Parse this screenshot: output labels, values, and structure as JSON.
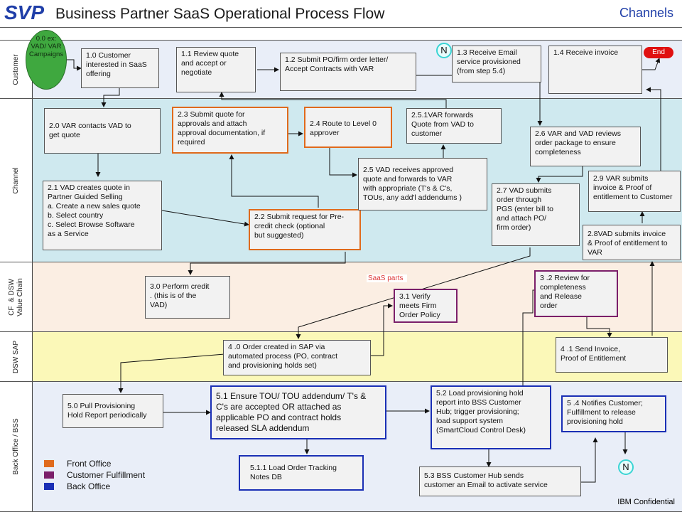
{
  "header": {
    "logo": "SVP",
    "title": "Business Partner  SaaS Operational Process Flow",
    "section": "Channels"
  },
  "lanes": [
    {
      "id": "customer",
      "label": "Customer",
      "color": "#e9eef8"
    },
    {
      "id": "channel",
      "label": "Channel",
      "color": "#cfe9ef"
    },
    {
      "id": "cf-dsw",
      "label": "CF  & DSW\nValue Chain",
      "color": "#fbeee3"
    },
    {
      "id": "dsw-sap",
      "label": "DSW SAP",
      "color": "#fbf8b8"
    },
    {
      "id": "back-office",
      "label": "Back Office / BSS",
      "color": "#e9eef8"
    }
  ],
  "start": "0.0  ex:\nVAD/ VAR\nCampaigns",
  "end": "End",
  "steps": {
    "s1_0": "1.0 Customer\ninterested in SaaS\noffering",
    "s1_1": "1.1 Review quote\nand accept or\nnegotiate",
    "s1_2": "1.2 Submit PO/firm order letter/\n    Accept Contracts with VAR",
    "s1_3": "1.3 Receive Email\nservice provisioned\n(from step 5.4)",
    "s1_4": "1.4 Receive invoice",
    "s2_0": "2.0  VAR contacts VAD to\n      get quote",
    "s2_1": "2.1 VAD creates quote in\nPartner Guided Selling\n  a. Create a new sales quote\n  b. Select country\n  c. Select Browse Software\n      as a Service",
    "s2_2": "2.2 Submit request for Pre-\n    credit check (optional\n    but suggested)",
    "s2_3": "2.3 Submit quote for\napprovals and attach\napproval documentation, if\nrequired",
    "s2_4": "2.4 Route to Level 0\n    approver",
    "s2_5": "2.5 VAD receives approved\nquote and forwards to VAR\nwith appropriate (T's & C's,\nTOUs, any add'l addendums )",
    "s2_5_1": "2.5.1VAR forwards\nQuote from VAD to\ncustomer",
    "s2_6": "2.6 VAR and VAD reviews\n   order package to ensure\n   completeness",
    "s2_7": "2.7 VAD submits\n   order through\n   PGS  (enter bill to\n   and attach PO/\n   firm order)",
    "s2_8": "2.8VAD submits invoice\n& Proof of entitlement to\nVAR",
    "s2_9": "2.9 VAR submits\ninvoice  & Proof of\nentitlement to Customer",
    "s3_0": "3.0 Perform credit\n  .  (this is of the\n      VAD)",
    "s3_1": "   3.1  Verify\n meets Firm\nOrder Policy",
    "s3_2": "3 .2  Review for\n completeness\n and Release\n order",
    "s4_0": "4 .0  Order created in SAP via\nautomated process (PO, contract\nand provisioning holds set)",
    "s4_1": "   4 .1  Send Invoice,\nProof of Entitlement",
    "s5_0": "5.0 Pull Provisioning\nHold Report periodically",
    "s5_1": "5.1 Ensure TOU/ TOU addendum/ T's &\n  C's are accepted OR attached as\n  applicable PO and contract holds\n  released SLA addendum",
    "s5_1_1": "5.1.1 Load Order Tracking\nNotes DB",
    "s5_2": "5.2 Load provisioning hold\n  report into BSS Customer\n  Hub; trigger provisioning;\n  load support system\n  (SmartCloud Control Desk)",
    "s5_3": "5.3 BSS Customer Hub sends\n   customer an Email to activate service",
    "s5_4": "   5 .4  Notifies Customer;\nFulfillment to release\n provisioning hold"
  },
  "connectors": {
    "top": "N",
    "bottom": "N"
  },
  "annotation": "SaaS parts",
  "legend": [
    {
      "label": "Front Office",
      "color": "#e06a1c"
    },
    {
      "label": "Customer Fulfillment",
      "color": "#7b1f6a"
    },
    {
      "label": "Back Office",
      "color": "#1a2fb5"
    }
  ],
  "footer": "IBM Confidential"
}
